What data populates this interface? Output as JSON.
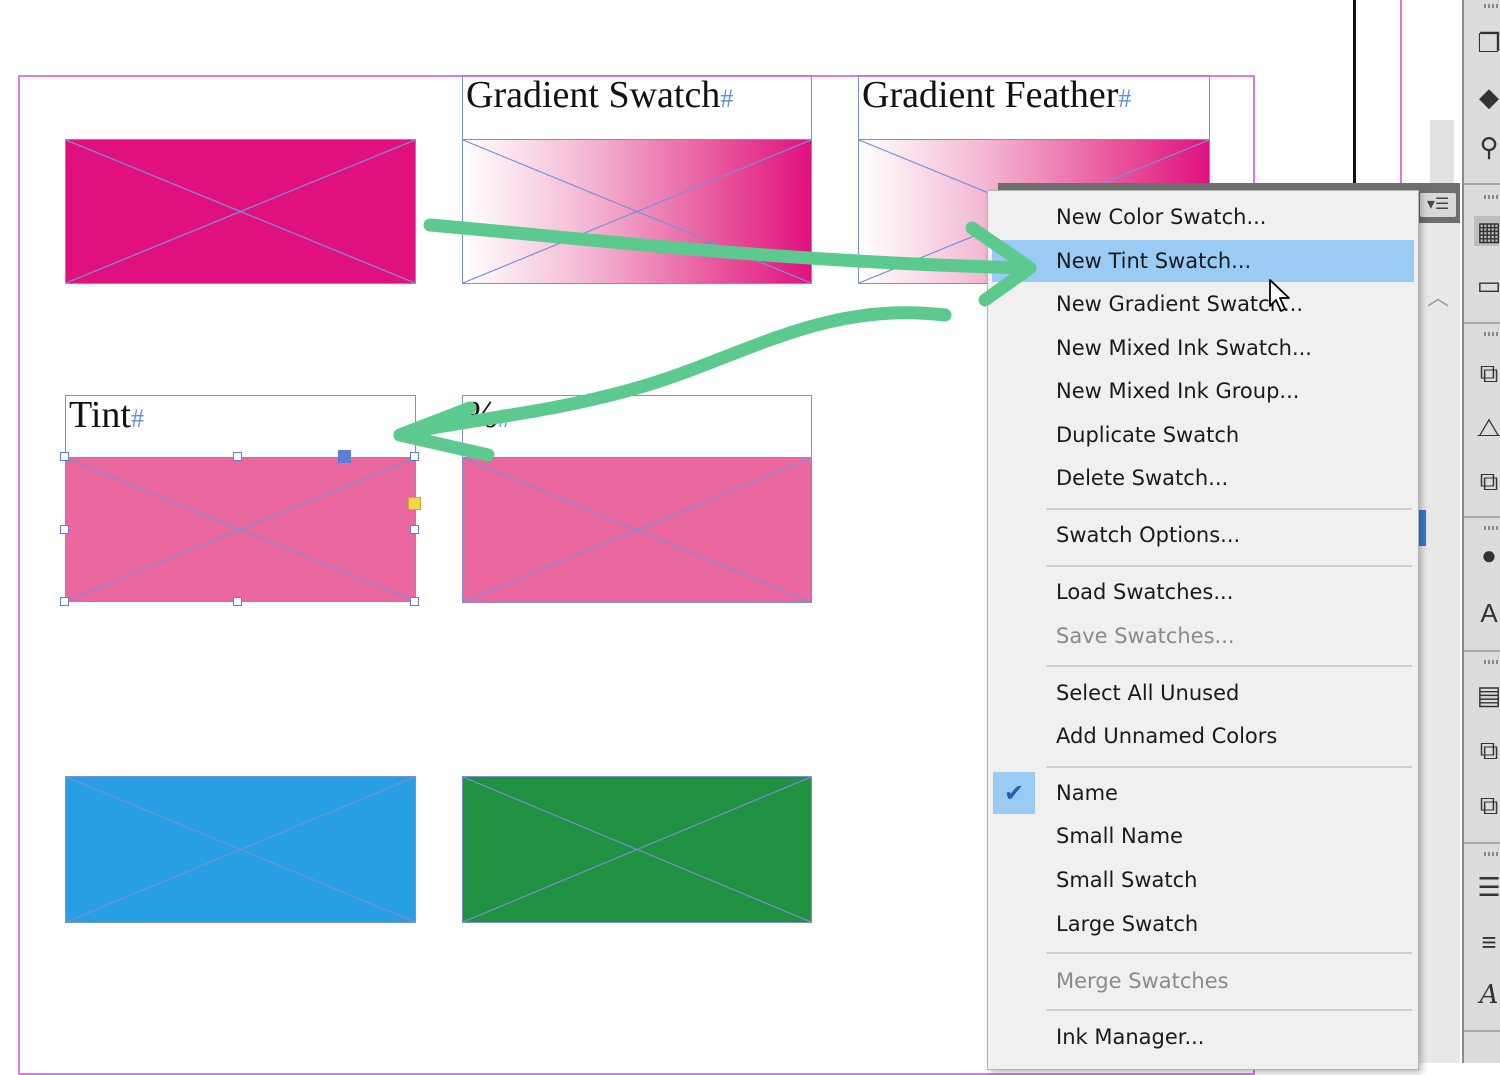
{
  "frames": {
    "gradient_swatch_label": "Gradient Swatch",
    "gradient_feather_label": "Gradient Feather",
    "tint_label": "Tint",
    "percent_label": "%",
    "hash_mark": "#"
  },
  "colors": {
    "magenta": "#e0117f",
    "tint_pink": "#ea679f",
    "blue": "#289ee3",
    "green": "#1f9140",
    "annotation_arrow": "#5cc98e",
    "menu_highlight": "#99cbf5"
  },
  "menu": {
    "items": [
      {
        "label": "New Color Swatch...",
        "state": "normal"
      },
      {
        "label": "New Tint Swatch...",
        "state": "highlighted"
      },
      {
        "label": "New Gradient Swatch...",
        "state": "normal"
      },
      {
        "label": "New Mixed Ink Swatch...",
        "state": "normal"
      },
      {
        "label": "New Mixed Ink Group...",
        "state": "normal"
      },
      {
        "label": "Duplicate Swatch",
        "state": "normal"
      },
      {
        "label": "Delete Swatch...",
        "state": "normal"
      },
      {
        "label": "Swatch Options...",
        "state": "normal"
      },
      {
        "label": "Load Swatches...",
        "state": "normal"
      },
      {
        "label": "Save Swatches...",
        "state": "disabled"
      },
      {
        "label": "Select All Unused",
        "state": "normal"
      },
      {
        "label": "Add Unnamed Colors",
        "state": "normal"
      },
      {
        "label": "Name",
        "state": "checked"
      },
      {
        "label": "Small Name",
        "state": "normal"
      },
      {
        "label": "Small Swatch",
        "state": "normal"
      },
      {
        "label": "Large Swatch",
        "state": "normal"
      },
      {
        "label": "Merge Swatches",
        "state": "disabled"
      },
      {
        "label": "Ink Manager...",
        "state": "normal"
      }
    ],
    "check_glyph": "✔"
  },
  "icons": {
    "panel_menu": "panel-menu-icon",
    "cursor": "mouse-pointer-icon",
    "checkmark": "checkmark-icon"
  }
}
